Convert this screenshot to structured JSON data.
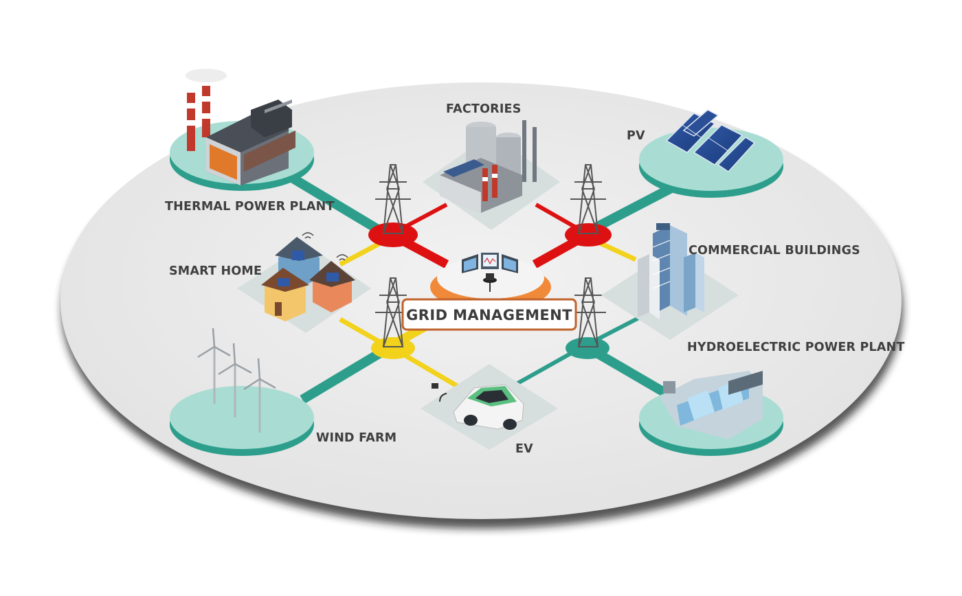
{
  "diagram": {
    "center": {
      "label": "GRID MANAGEMENT"
    },
    "nodes": {
      "thermal": {
        "label": "THERMAL POWER PLANT"
      },
      "factories": {
        "label": "FACTORIES"
      },
      "pv": {
        "label": "PV"
      },
      "smart_home": {
        "label": "SMART HOME"
      },
      "commercial": {
        "label": "COMMERCIAL BUILDINGS"
      },
      "wind": {
        "label": "WIND FARM"
      },
      "ev": {
        "label": "EV"
      },
      "hydro": {
        "label": "HYDROELECTRIC POWER PLANT"
      }
    },
    "colors": {
      "teal": "#2e9e8c",
      "teal_platform": "#a9ddd3",
      "red": "#dd1111",
      "yellow": "#f2d21a",
      "orange": "#f08a3a",
      "ground": "#ececec",
      "tile": "#d6dfdd"
    }
  }
}
